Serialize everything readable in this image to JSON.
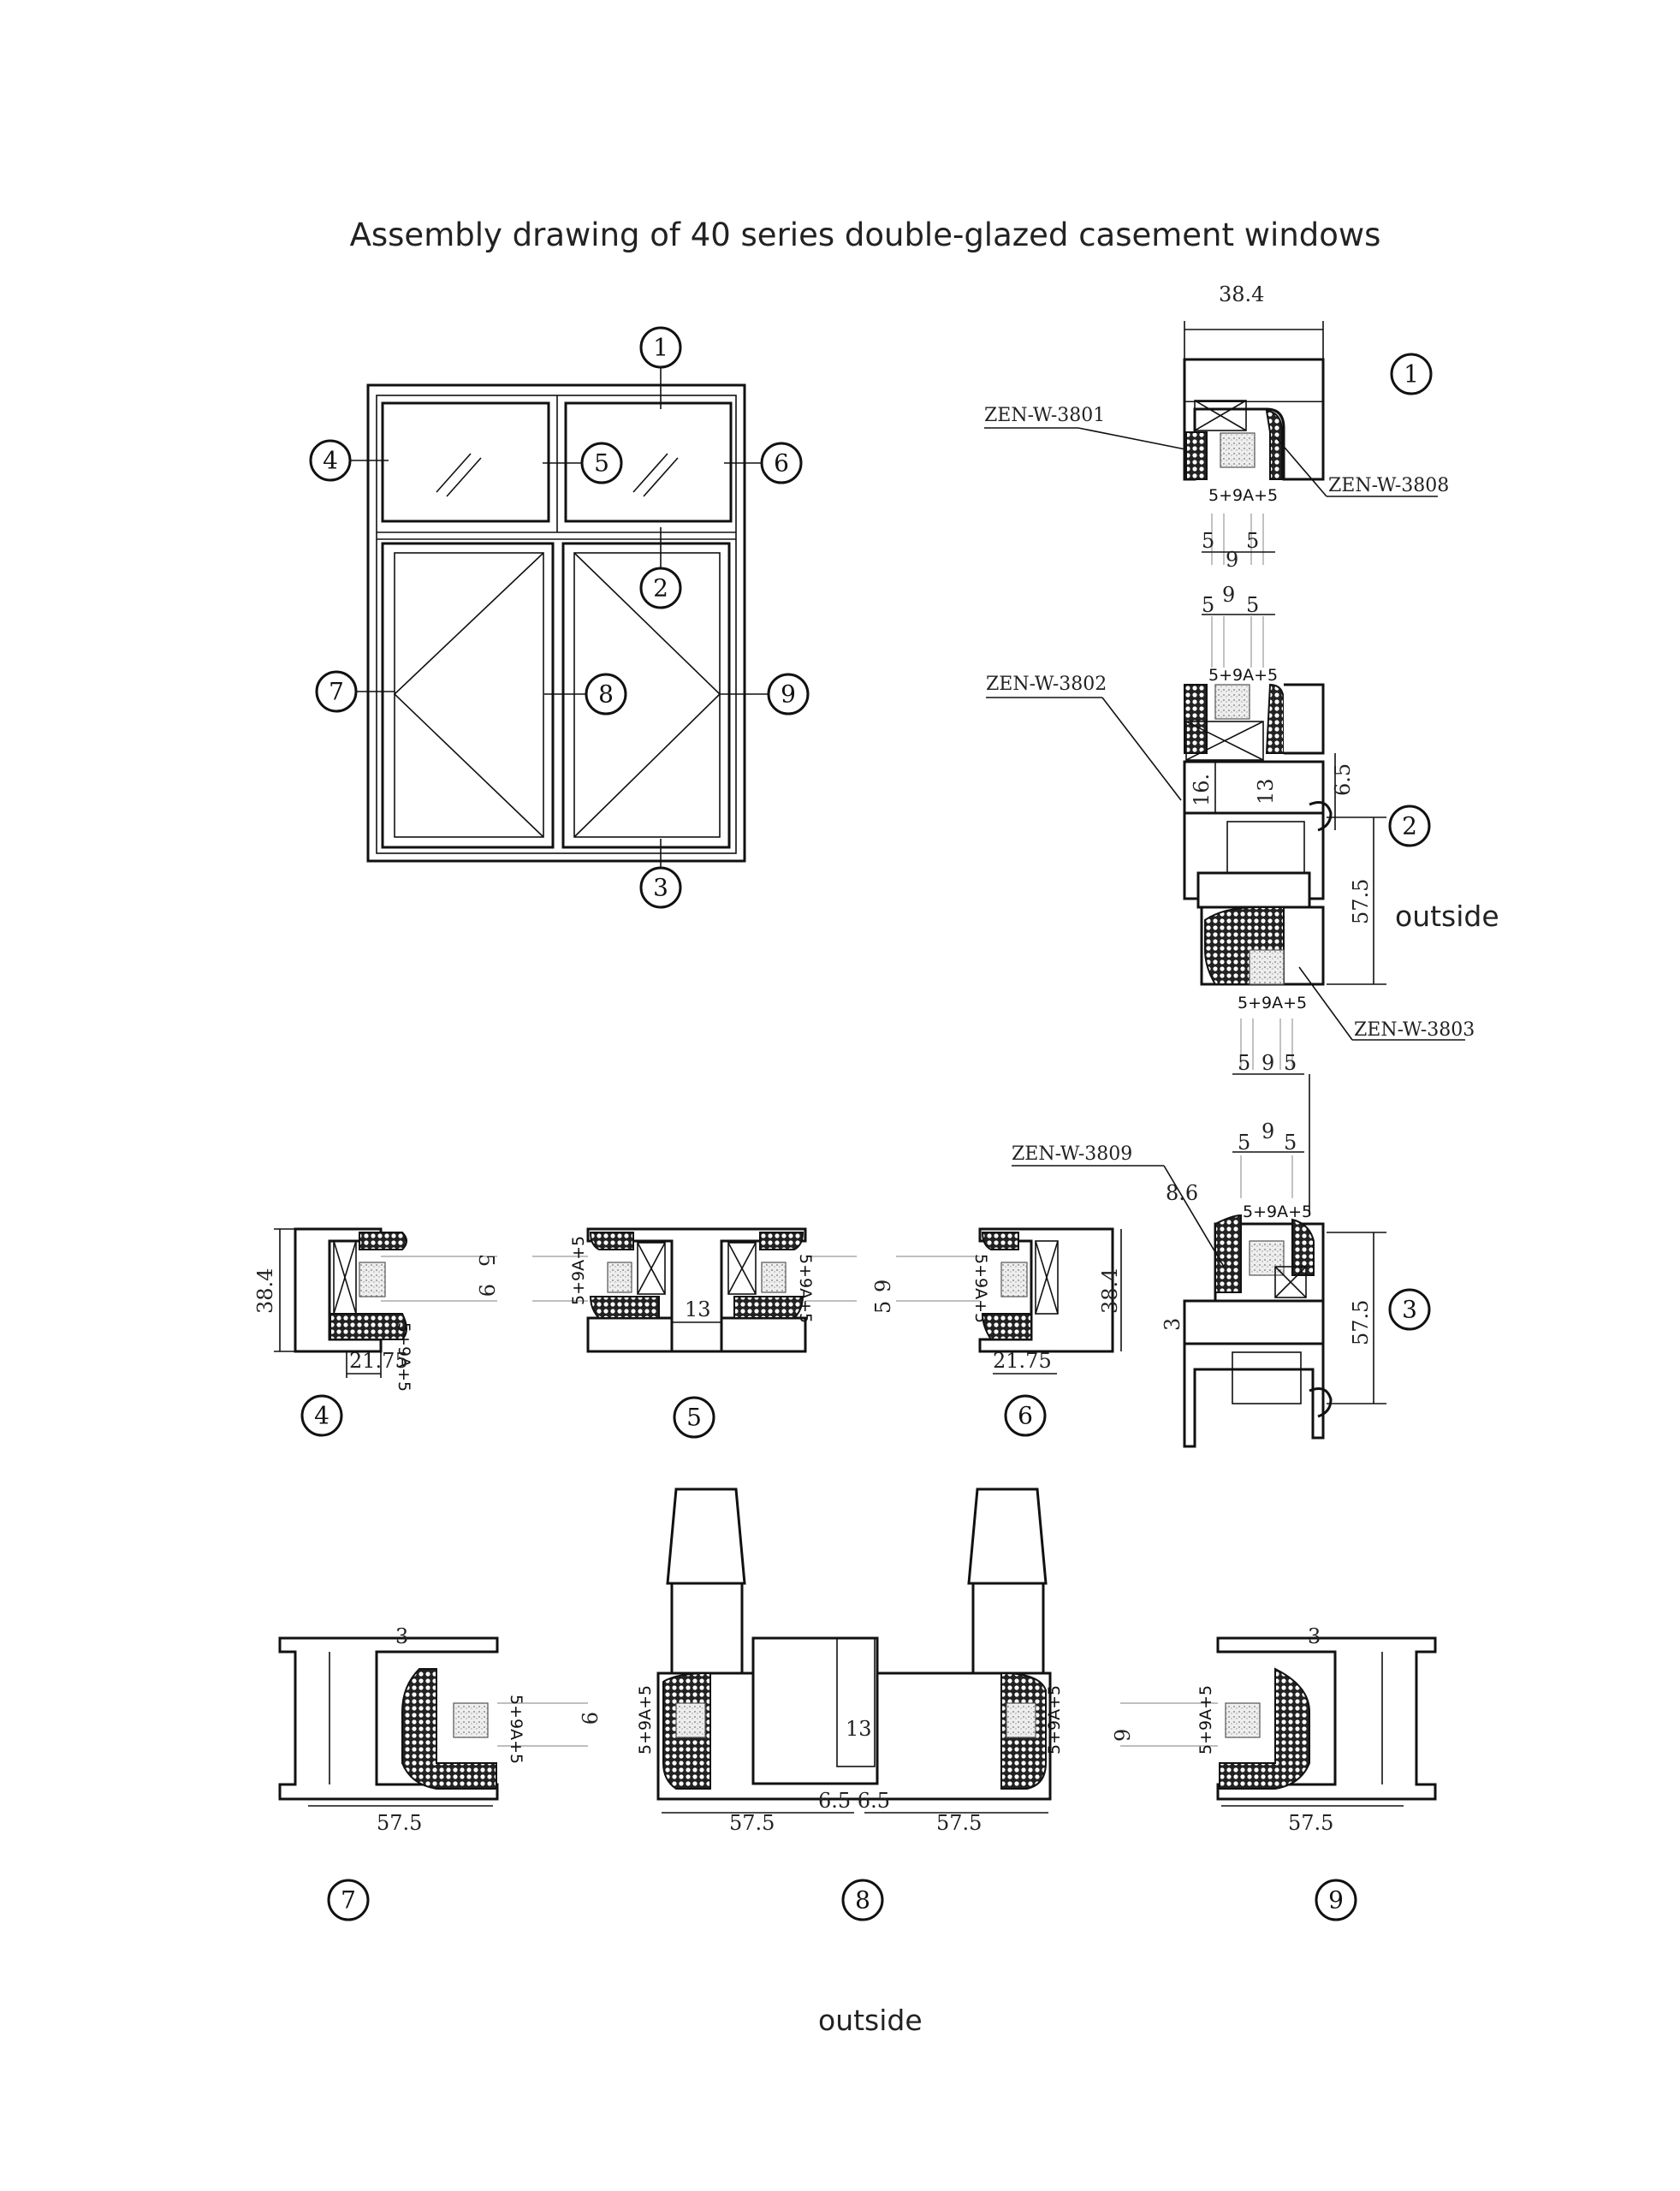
{
  "title": "Assembly drawing of 40 series double-glazed casement windows",
  "callouts": [
    "1",
    "2",
    "3",
    "4",
    "5",
    "6",
    "7",
    "8",
    "9"
  ],
  "part_labels": {
    "p3801": "ZEN-W-3801",
    "p3808": "ZEN-W-3808",
    "p3802": "ZEN-W-3802",
    "p3803": "ZEN-W-3803",
    "p3809": "ZEN-W-3809"
  },
  "glazing": "5+9A+5",
  "outside_label": "outside",
  "dimensions": {
    "width_38_4": "38.4",
    "d5": "5",
    "d9": "9",
    "d16": "16.",
    "d13": "13",
    "d6_5": "6.5",
    "d57_5": "57.5",
    "d8_6": "8.6",
    "d3": "3",
    "d21_75": "21.75",
    "d6_5_pair": "6.5  6.5"
  }
}
